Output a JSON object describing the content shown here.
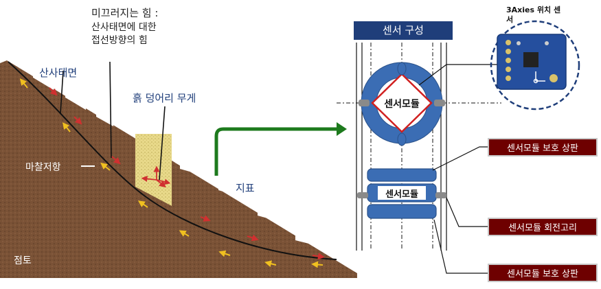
{
  "slope": {
    "sliding_force": "미끄러지는 힘 :",
    "sliding_desc1": "산사태면에 대한",
    "sliding_desc2": "접선방향의 힘",
    "landslide_surface": "산사태면",
    "soil_weight": "흙 덩어리 무게",
    "friction": "마찰저항",
    "ground_surface": "지표",
    "clay": "점토"
  },
  "sensor": {
    "title": "센서 구성",
    "chip_label_line1": "3Axies 위치 센",
    "chip_label_line2": "서",
    "module_label": "센서모듈",
    "module_label2": "센서모듈",
    "callout_top": "센서모듈 보호 상판",
    "callout_mid": "센서모듈 회전고리",
    "callout_bottom": "센서모듈 보호 상판"
  },
  "colors": {
    "soil": "#7a5236",
    "ring_blue": "#3b6db4",
    "title_bg": "#1f3e7a",
    "callout_bg": "#6e0000",
    "arrow_green": "#1d7a1d"
  }
}
